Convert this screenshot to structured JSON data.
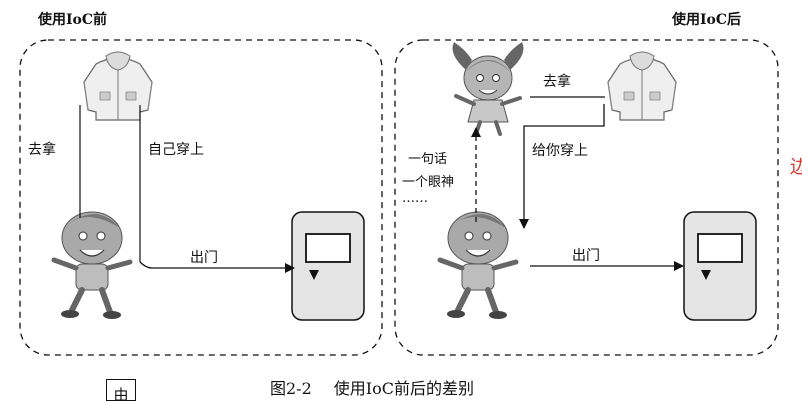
{
  "panels": {
    "before": {
      "title": "使用IoC前",
      "go_get": "去拿",
      "put_on_self": "自己穿上",
      "go_out": "出门"
    },
    "after": {
      "title": "使用IoC后",
      "go_get": "去拿",
      "give_you": "给你穿上",
      "one_word": "一句话",
      "one_glance": "一个眼神",
      "ellipsis": "……",
      "go_out": "出门"
    }
  },
  "caption": {
    "figure_number": "图2-2",
    "text": "使用IoC前后的差别"
  },
  "edge_fragments": {
    "right_glyph": "边",
    "bottom_glyph": "由"
  },
  "colors": {
    "line": "#111111",
    "device_fill": "#e4e4e4",
    "accent_red": "#d63a2a"
  },
  "icons": {
    "jacket": "jacket-icon",
    "boy": "boy-figure-icon",
    "girl": "girl-figure-icon",
    "door": "door-device-icon"
  }
}
